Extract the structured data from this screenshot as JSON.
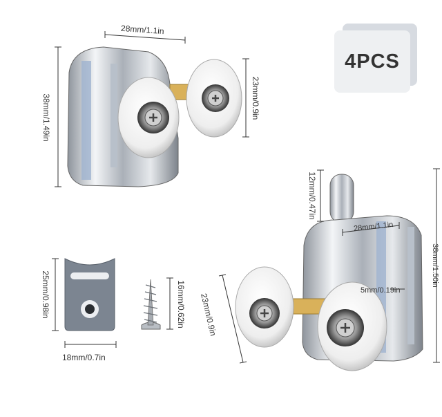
{
  "badge": {
    "label": "4PCS"
  },
  "top_roller": {
    "width_label": "28mm/1.1in",
    "height_label": "38mm/1.49in",
    "wheel_label": "23mm/0.9in"
  },
  "plate": {
    "height_label": "25mm/0.98in",
    "width_label": "18mm/0.7in"
  },
  "screw": {
    "length_label": "16mm/0.62in"
  },
  "bottom_roller": {
    "pin_label": "12mm/0.47in",
    "width_label": "28mm/1.1in",
    "gap_label": "5mm/0.19in",
    "wheel_label": "23mm/0.9in",
    "height_label": "38mm/1.50in"
  },
  "colors": {
    "chrome": "#c9ced6",
    "wheel": "#f4f4f4",
    "brass": "#d9b15a",
    "plate": "#7c8591"
  }
}
